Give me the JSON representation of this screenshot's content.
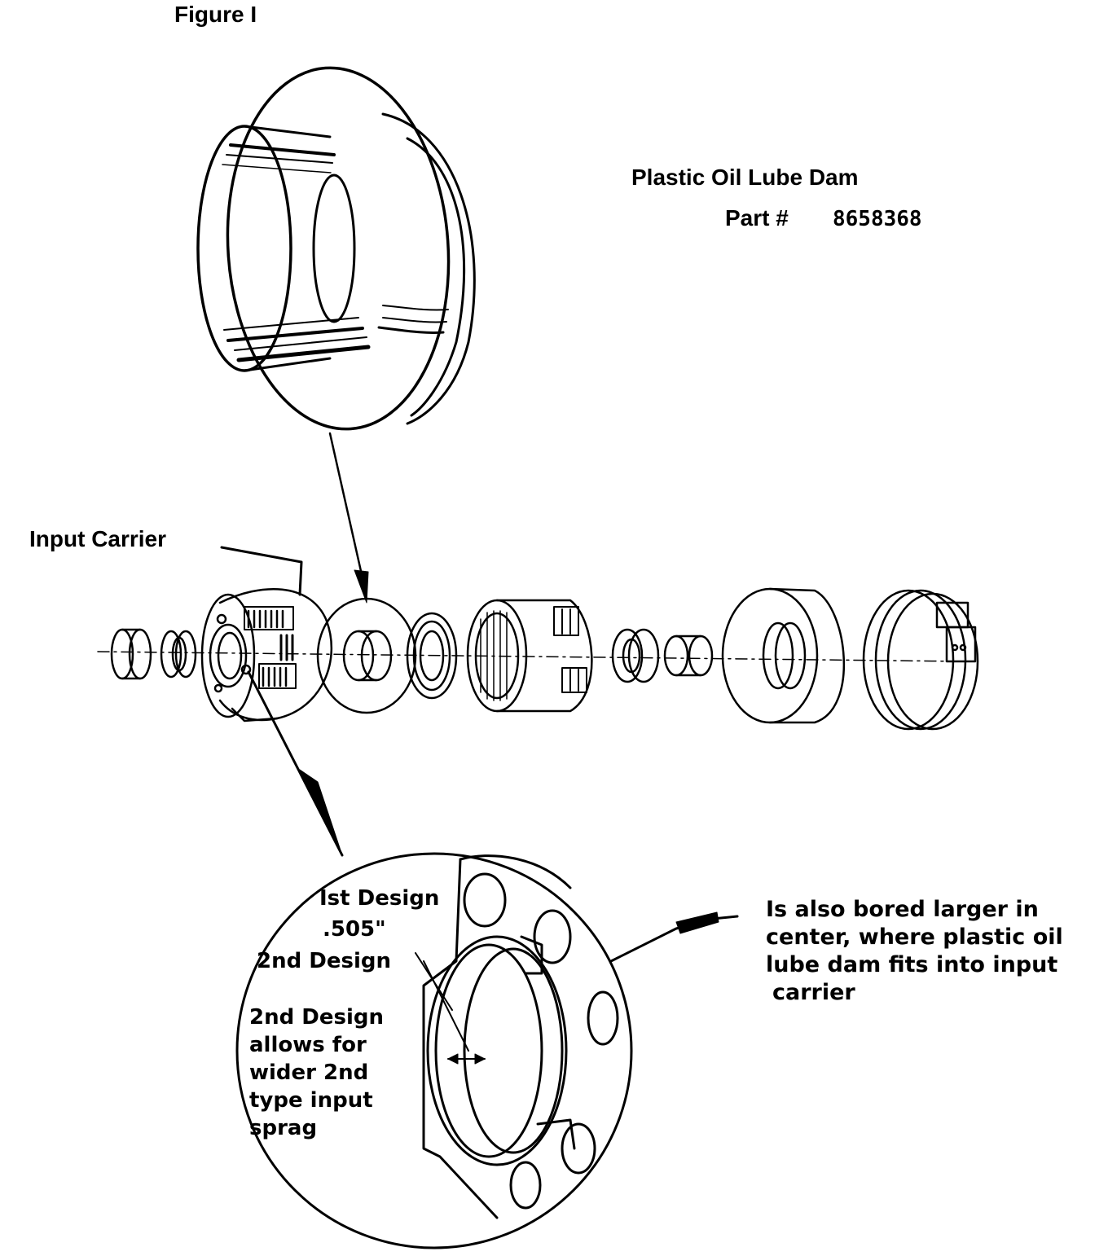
{
  "figure_title": "Figure I",
  "dam_label": {
    "name": "Plastic Oil Lube Dam",
    "part_prefix": "Part #",
    "part_number": "8658368"
  },
  "input_carrier_label": "Input Carrier",
  "detail": {
    "first_design": "Ist Design",
    "first_design_dim": ".505\"",
    "second_design": "2nd Design",
    "note_lines": [
      "2nd Design",
      "allows for",
      "wider 2nd",
      "type input",
      "sprag"
    ]
  },
  "bore_note_lines": [
    "Is also bored larger in",
    "center, where plastic oil",
    "lube dam fits into input",
    "carrier"
  ]
}
